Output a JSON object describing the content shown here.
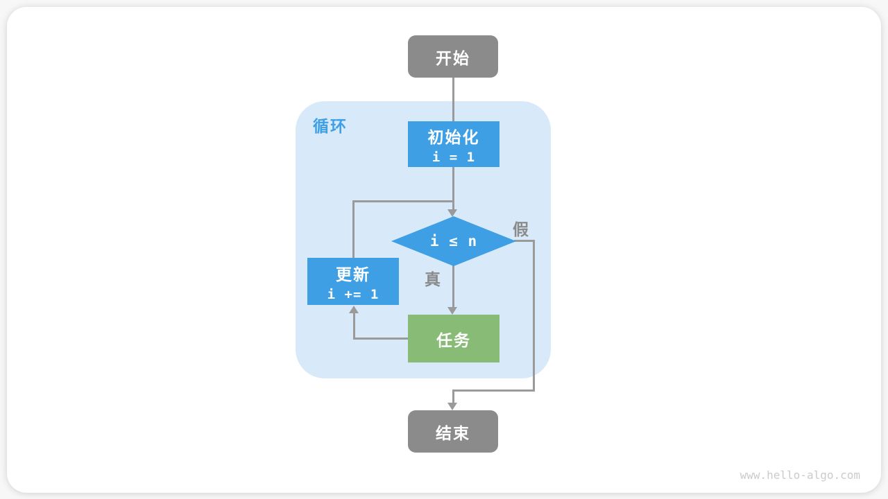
{
  "page": {
    "watermark": "www.hello-algo.com"
  },
  "colors": {
    "node_blue": "#3e9fe4",
    "node_green": "#87bb76",
    "node_gray": "#8b8b8b",
    "loop_container_bg": "#d8eaf9",
    "loop_label_blue": "#3e9fe4",
    "edge_gray": "#9a9a9a",
    "edge_label_gray": "#8a8a8a",
    "watermark_gray": "#cbcbcb"
  },
  "diagram": {
    "type": "flowchart",
    "loop_label": "循环",
    "nodes": [
      {
        "id": "start",
        "shape": "rounded",
        "label": "开始"
      },
      {
        "id": "init",
        "shape": "rect",
        "label": "初始化",
        "code": "i = 1"
      },
      {
        "id": "condition",
        "shape": "diamond",
        "label": "i ≤ n"
      },
      {
        "id": "update",
        "shape": "rect",
        "label": "更新",
        "code": "i += 1"
      },
      {
        "id": "task",
        "shape": "rect",
        "label": "任务"
      },
      {
        "id": "end",
        "shape": "rounded",
        "label": "结束"
      }
    ],
    "edges": [
      {
        "from": "start",
        "to": "init",
        "label": ""
      },
      {
        "from": "init",
        "to": "condition",
        "label": ""
      },
      {
        "from": "condition",
        "to": "task",
        "label": "真"
      },
      {
        "from": "task",
        "to": "update",
        "label": ""
      },
      {
        "from": "update",
        "to": "condition",
        "label": ""
      },
      {
        "from": "condition",
        "to": "end",
        "label": "假"
      }
    ],
    "edge_labels": {
      "true": "真",
      "false": "假"
    }
  }
}
